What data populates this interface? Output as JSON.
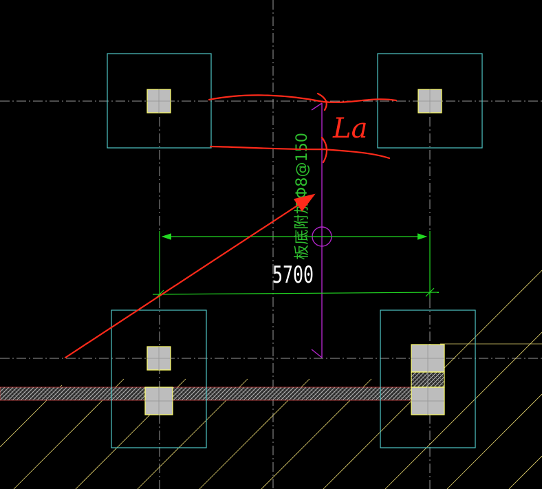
{
  "drawing": {
    "rebar_annotation": "板底附加Φ8@150",
    "dimension_value": "5700",
    "handwritten_note": "La"
  },
  "colors": {
    "background": "#000000",
    "axis_line": "#9a9a9a",
    "foundation_outline": "#4fc7c7",
    "column_fill": "#bdbdbd",
    "column_edge": "#ffff66",
    "rebar_line": "#b025c8",
    "dimension": "#22d822",
    "rebar_text": "#2ebd2e",
    "dimension_text": "#ffffff",
    "markup": "#ff2a1a",
    "hatch_band": "#8a8a8a",
    "diagonal_hatch": "#e8d870"
  }
}
